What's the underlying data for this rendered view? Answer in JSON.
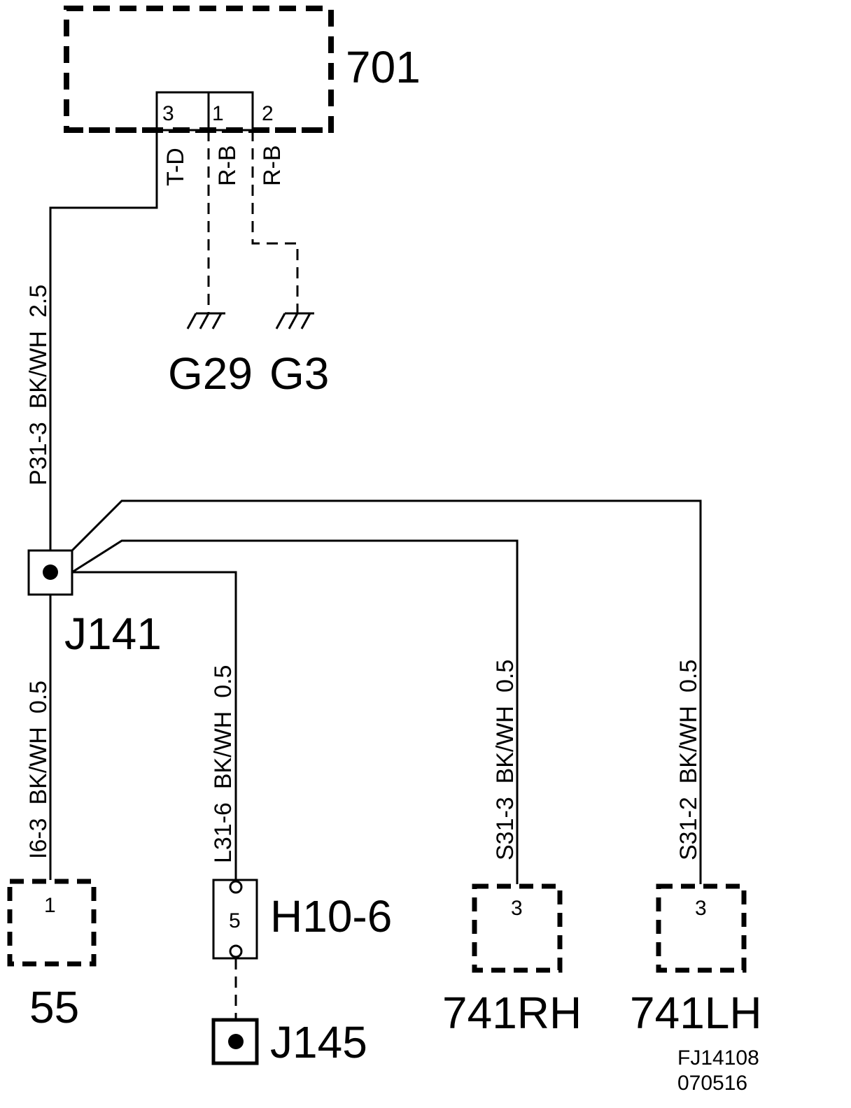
{
  "components": {
    "c701": {
      "label": "701",
      "pins": {
        "p3": "3",
        "p1": "1",
        "p2": "2"
      }
    },
    "c55": {
      "label": "55",
      "pin": "1"
    },
    "h10": {
      "label": "H10-6",
      "pin": "5"
    },
    "c741rh": {
      "label": "741RH",
      "pin": "3"
    },
    "c741lh": {
      "label": "741LH",
      "pin": "3"
    }
  },
  "junctions": {
    "j141": "J141",
    "j145": "J145"
  },
  "grounds": {
    "g29": "G29",
    "g3": "G3"
  },
  "wires": {
    "td": "T-D",
    "rb1": "R-B",
    "rb2": "R-B",
    "p31": "P31-3  BK/WH  2.5",
    "i6": "I6-3  BK/WH  0.5",
    "l31": "L31-6  BK/WH  0.5",
    "s31_3": "S31-3  BK/WH  0.5",
    "s31_2": "S31-2  BK/WH  0.5"
  },
  "footer": {
    "line1": "FJ14108",
    "line2": "070516"
  }
}
